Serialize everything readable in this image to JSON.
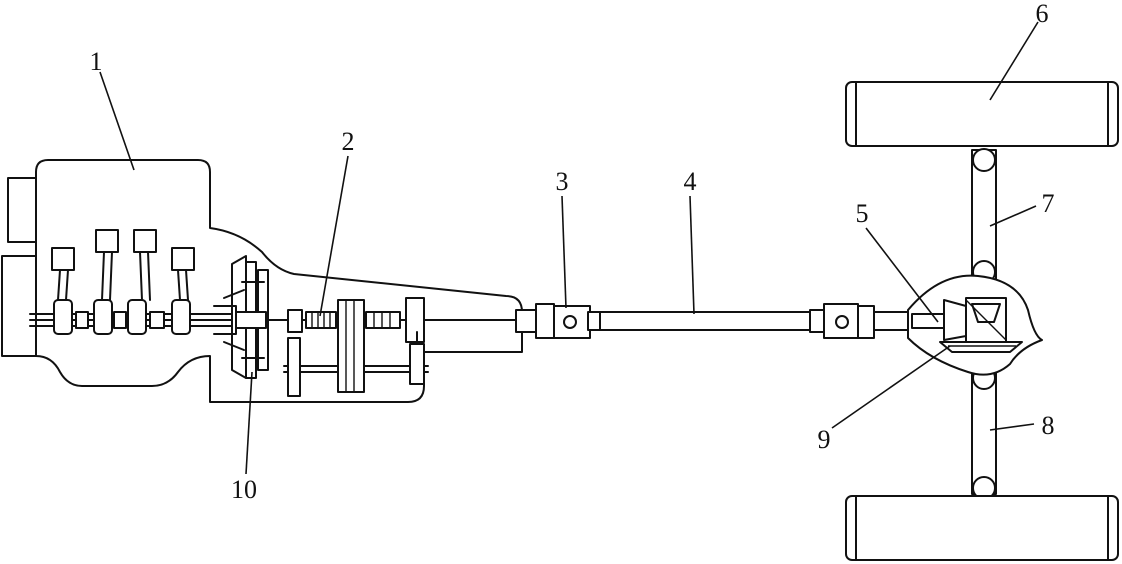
{
  "labels": {
    "engine": "1",
    "gearbox": "2",
    "universal_joint": "3",
    "drive_shaft": "4",
    "final_drive": "5",
    "wheel": "6",
    "half_shaft_upper": "7",
    "half_shaft_lower": "8",
    "differential": "9",
    "clutch": "10"
  }
}
